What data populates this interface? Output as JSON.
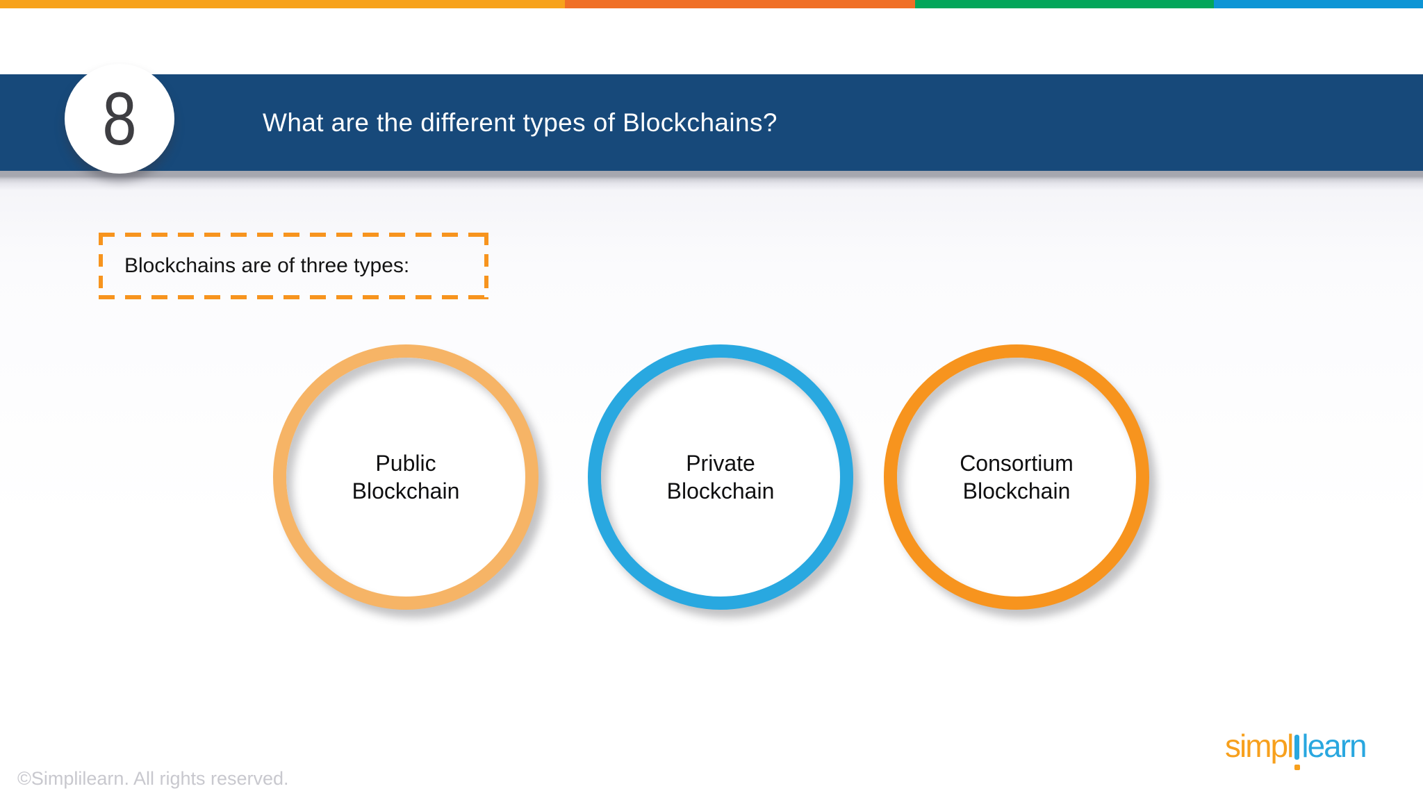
{
  "slide": {
    "number": "8",
    "title": "What are the different types of Blockchains?",
    "callout_text": "Blockchains are of three types:",
    "types": [
      {
        "lines": [
          "Public",
          "Blockchain"
        ],
        "ring_color": "#f6b466"
      },
      {
        "lines": [
          "Private",
          "Blockchain"
        ],
        "ring_color": "#29a8e0"
      },
      {
        "lines": [
          "Consortium",
          "Blockchain"
        ],
        "ring_color": "#f7941e"
      }
    ]
  },
  "colors": {
    "band": "#17497a",
    "brand_bar": [
      "#f7a21b",
      "#f06f26",
      "#03a65a",
      "#0d95d5"
    ],
    "callout_border": "#f7941e"
  },
  "footer": {
    "copyright": "©Simplilearn. All rights reserved.",
    "logo_part1": "simpl",
    "logo_part2": "learn",
    "logo_orange": "#f7a01d",
    "logo_blue": "#29a7df"
  }
}
